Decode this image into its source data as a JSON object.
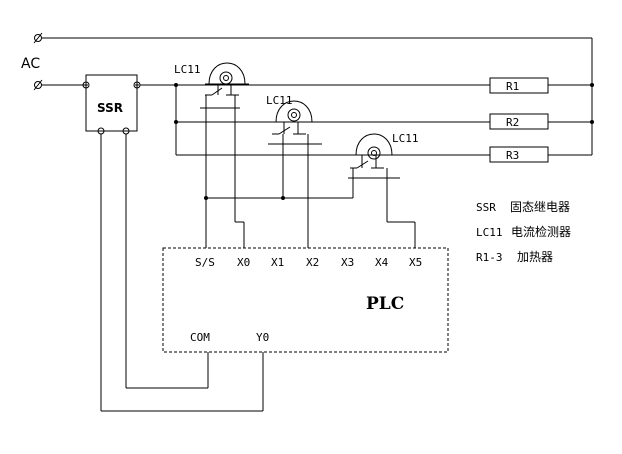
{
  "diagram": {
    "ac_label": "AC",
    "ssr_label": "SSR",
    "plc_label": "PLC",
    "sensors": [
      "LC11",
      "LC11",
      "LC11"
    ],
    "resistors": [
      "R1",
      "R2",
      "R3"
    ],
    "plc_inputs": [
      "S/S",
      "X0",
      "X1",
      "X2",
      "X3",
      "X4",
      "X5"
    ],
    "plc_outputs": [
      "COM",
      "Y0"
    ],
    "legend": [
      {
        "code": "SSR",
        "desc": "固态继电器"
      },
      {
        "code": "LC11",
        "desc": "电流检测器"
      },
      {
        "code": "R1-3",
        "desc": "加热器"
      }
    ]
  }
}
